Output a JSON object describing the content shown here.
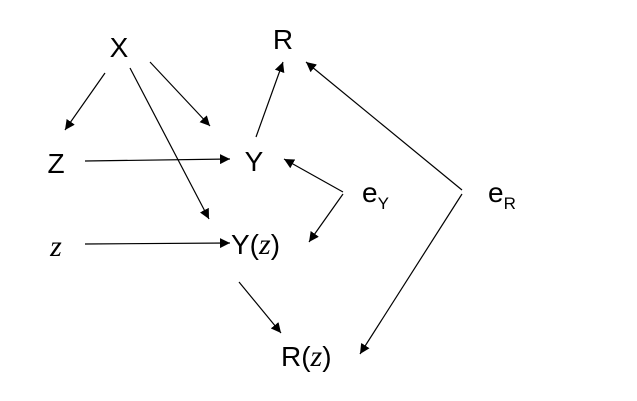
{
  "nodes": {
    "X": "X",
    "R": "R",
    "Z": "Z",
    "Y": "Y",
    "z": "z",
    "Yz_prefix": "Y(",
    "Yz_var": "z",
    "Yz_suffix": ")",
    "Rz_prefix": "R(",
    "Rz_var": "z",
    "Rz_suffix": ")",
    "eY_base": "e",
    "eY_sub": "Y",
    "eR_base": "e",
    "eR_sub": "R"
  },
  "edges": [
    {
      "from": "X",
      "to": "Z"
    },
    {
      "from": "X",
      "to": "Y"
    },
    {
      "from": "X",
      "to": "Y(z)"
    },
    {
      "from": "Z",
      "to": "Y"
    },
    {
      "from": "z",
      "to": "Y(z)"
    },
    {
      "from": "Y",
      "to": "R"
    },
    {
      "from": "e_Y",
      "to": "Y"
    },
    {
      "from": "e_Y",
      "to": "Y(z)"
    },
    {
      "from": "e_R",
      "to": "R"
    },
    {
      "from": "e_R",
      "to": "R(z)"
    },
    {
      "from": "Y(z)",
      "to": "R(z)"
    }
  ]
}
